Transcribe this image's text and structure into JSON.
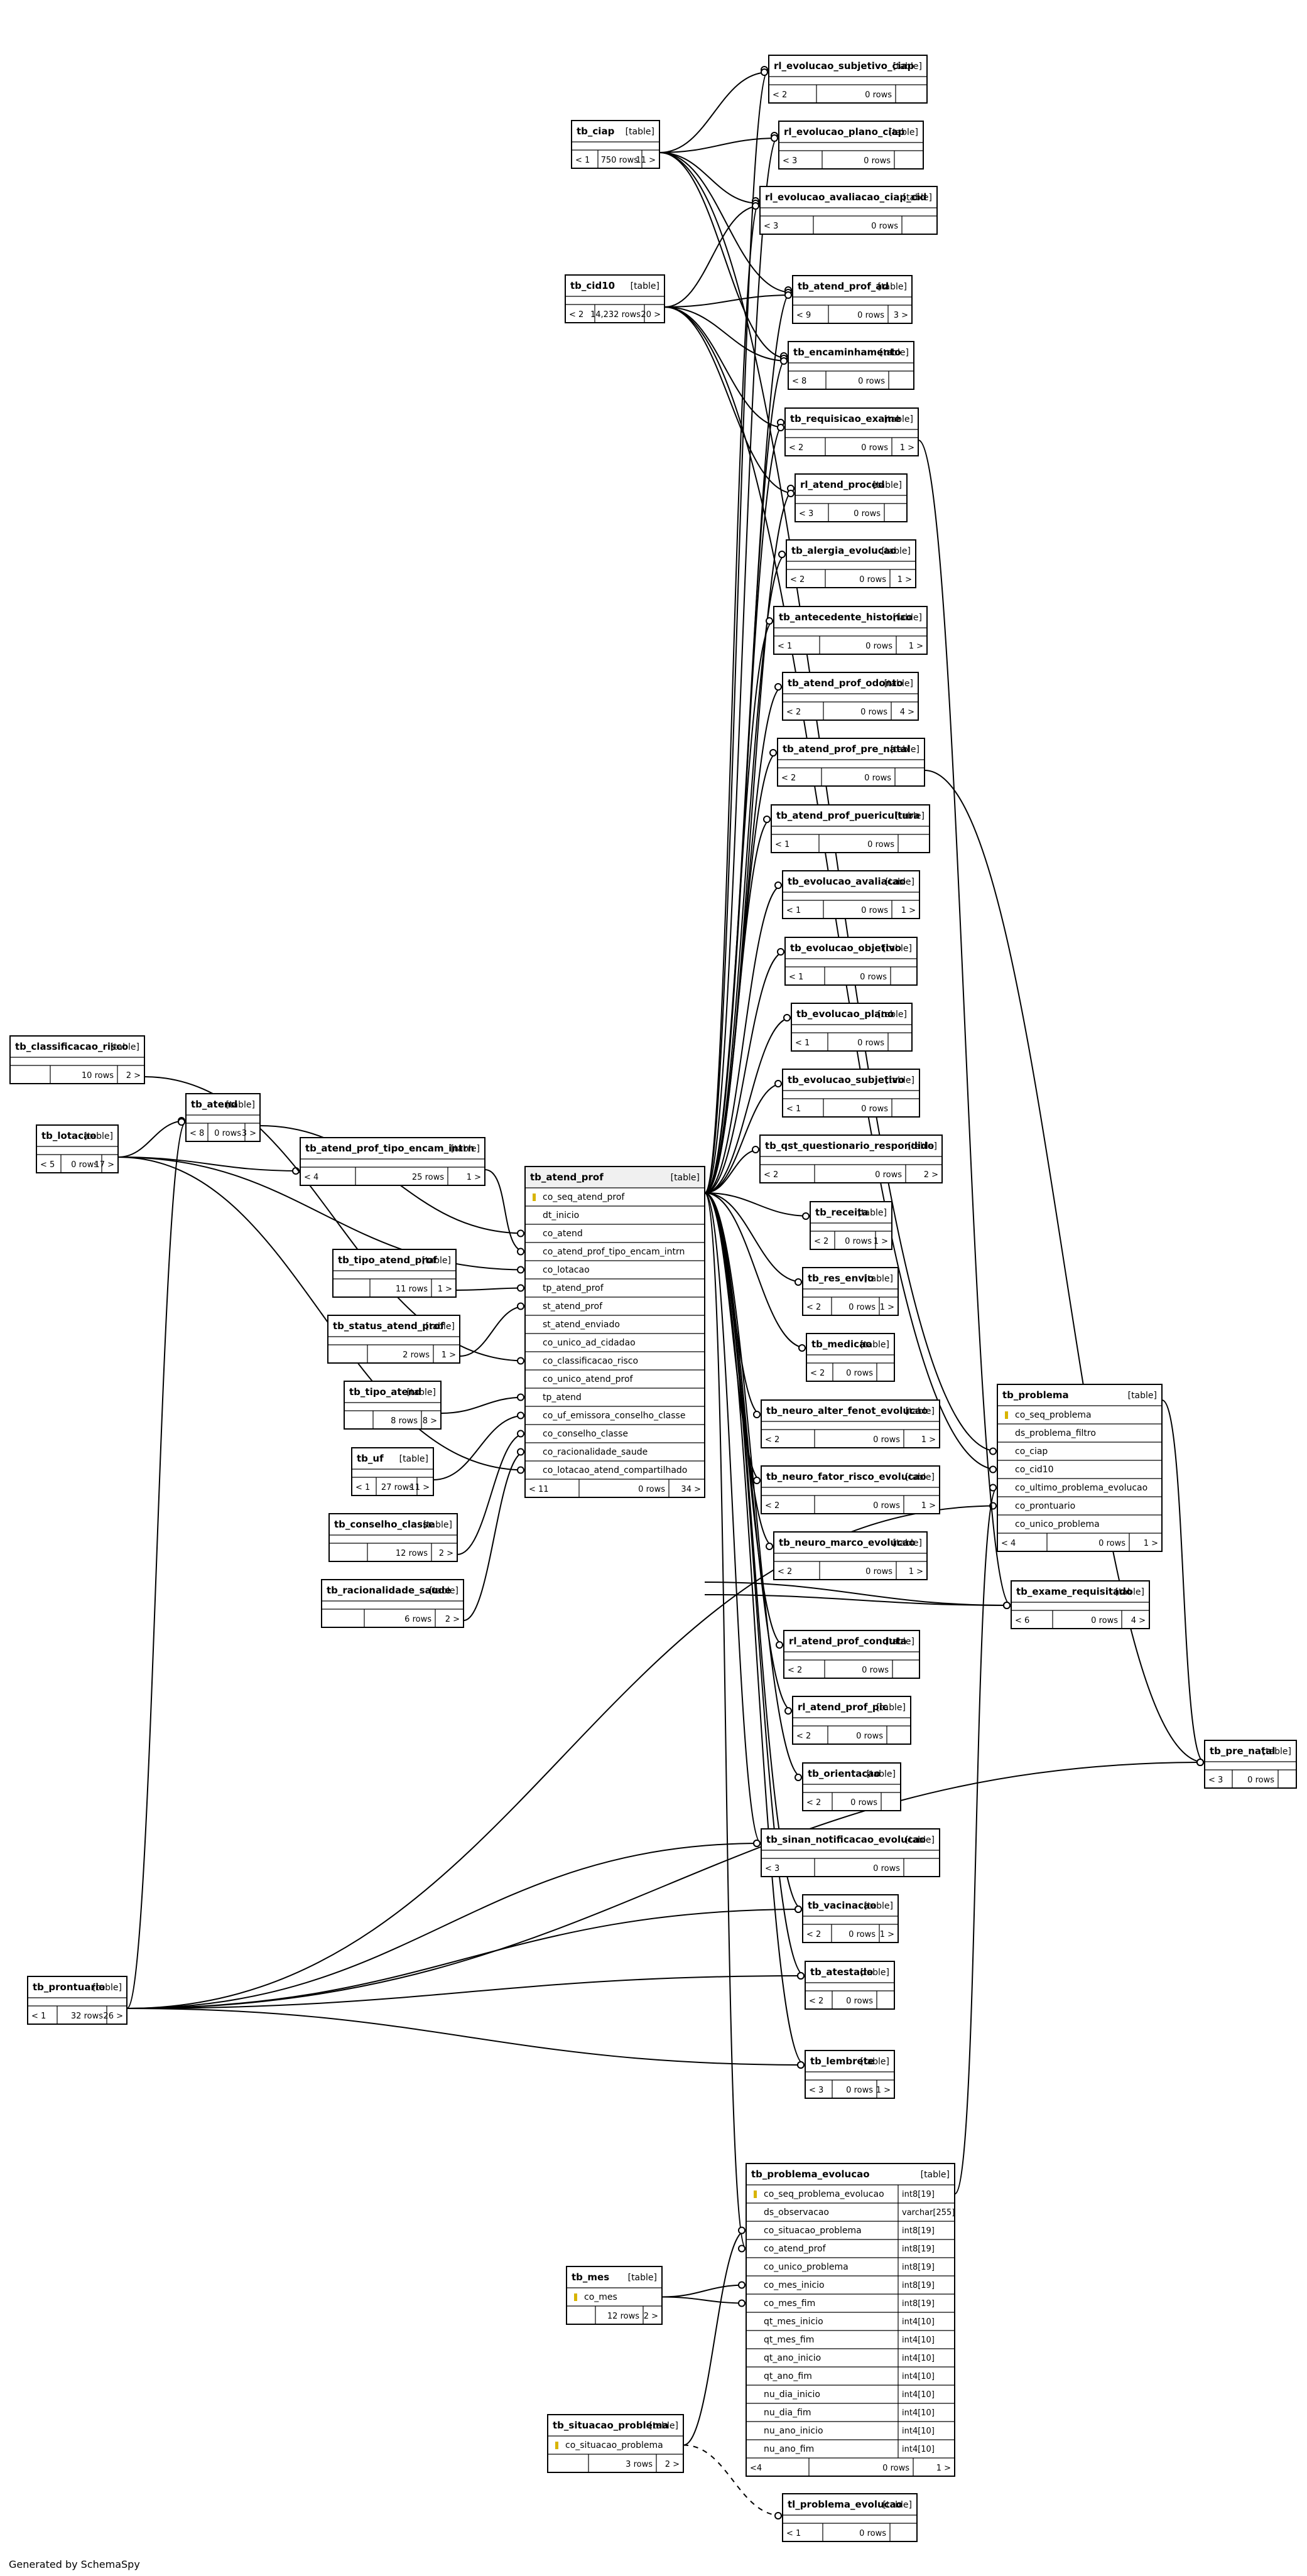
{
  "credit": "Generated by SchemaSpy",
  "kind_label": "[table]",
  "tables": {
    "rl_evolucao_subjetivo_ciap": {
      "name": "rl_evolucao_subjetivo_ciap",
      "columns": [],
      "footer": {
        "parents": "< 2",
        "rows": "0 rows",
        "children": ""
      }
    },
    "tb_ciap": {
      "name": "tb_ciap",
      "columns": [],
      "footer": {
        "parents": "< 1",
        "rows": "750 rows",
        "children": "11 >"
      }
    },
    "rl_evolucao_plano_ciap": {
      "name": "rl_evolucao_plano_ciap",
      "columns": [],
      "footer": {
        "parents": "< 3",
        "rows": "0 rows",
        "children": ""
      }
    },
    "rl_evolucao_avaliacao_ciap_cid": {
      "name": "rl_evolucao_avaliacao_ciap_cid",
      "columns": [],
      "footer": {
        "parents": "< 3",
        "rows": "0 rows",
        "children": ""
      }
    },
    "tb_cid10": {
      "name": "tb_cid10",
      "columns": [],
      "footer": {
        "parents": "< 2",
        "rows": "14,232 rows",
        "children": "20 >"
      }
    },
    "tb_atend_prof_ad": {
      "name": "tb_atend_prof_ad",
      "columns": [],
      "footer": {
        "parents": "< 9",
        "rows": "0 rows",
        "children": "3 >"
      }
    },
    "tb_encaminhamento": {
      "name": "tb_encaminhamento",
      "columns": [],
      "footer": {
        "parents": "< 8",
        "rows": "0 rows",
        "children": ""
      }
    },
    "tb_requisicao_exame": {
      "name": "tb_requisicao_exame",
      "columns": [],
      "footer": {
        "parents": "< 2",
        "rows": "0 rows",
        "children": "1 >"
      }
    },
    "rl_atend_proced": {
      "name": "rl_atend_proced",
      "columns": [],
      "footer": {
        "parents": "< 3",
        "rows": "0 rows",
        "children": ""
      }
    },
    "tb_alergia_evolucao": {
      "name": "tb_alergia_evolucao",
      "columns": [],
      "footer": {
        "parents": "< 2",
        "rows": "0 rows",
        "children": "1 >"
      }
    },
    "tb_antecedente_historico": {
      "name": "tb_antecedente_historico",
      "columns": [],
      "footer": {
        "parents": "< 1",
        "rows": "0 rows",
        "children": "1 >"
      }
    },
    "tb_atend_prof_odonto": {
      "name": "tb_atend_prof_odonto",
      "columns": [],
      "footer": {
        "parents": "< 2",
        "rows": "0 rows",
        "children": "4 >"
      }
    },
    "tb_atend_prof_pre_natal": {
      "name": "tb_atend_prof_pre_natal",
      "columns": [],
      "footer": {
        "parents": "< 2",
        "rows": "0 rows",
        "children": ""
      }
    },
    "tb_atend_prof_puericultura": {
      "name": "tb_atend_prof_puericultura",
      "columns": [],
      "footer": {
        "parents": "< 1",
        "rows": "0 rows",
        "children": ""
      }
    },
    "tb_evolucao_avaliacao": {
      "name": "tb_evolucao_avaliacao",
      "columns": [],
      "footer": {
        "parents": "< 1",
        "rows": "0 rows",
        "children": "1 >"
      }
    },
    "tb_evolucao_objetivo": {
      "name": "tb_evolucao_objetivo",
      "columns": [],
      "footer": {
        "parents": "< 1",
        "rows": "0 rows",
        "children": ""
      }
    },
    "tb_evolucao_plano": {
      "name": "tb_evolucao_plano",
      "columns": [],
      "footer": {
        "parents": "< 1",
        "rows": "0 rows",
        "children": ""
      }
    },
    "tb_evolucao_subjetivo": {
      "name": "tb_evolucao_subjetivo",
      "columns": [],
      "footer": {
        "parents": "< 1",
        "rows": "0 rows",
        "children": ""
      }
    },
    "tb_qst_questionario_respondido": {
      "name": "tb_qst_questionario_respondido",
      "columns": [],
      "footer": {
        "parents": "< 2",
        "rows": "0 rows",
        "children": "2 >"
      }
    },
    "tb_receita": {
      "name": "tb_receita",
      "columns": [],
      "footer": {
        "parents": "< 2",
        "rows": "0 rows",
        "children": "1 >"
      }
    },
    "tb_res_envio": {
      "name": "tb_res_envio",
      "columns": [],
      "footer": {
        "parents": "< 2",
        "rows": "0 rows",
        "children": "1 >"
      }
    },
    "tb_medicao": {
      "name": "tb_medicao",
      "columns": [],
      "footer": {
        "parents": "< 2",
        "rows": "0 rows",
        "children": ""
      }
    },
    "tb_neuro_alter_fenot_evolucao": {
      "name": "tb_neuro_alter_fenot_evolucao",
      "columns": [],
      "footer": {
        "parents": "< 2",
        "rows": "0 rows",
        "children": "1 >"
      }
    },
    "tb_neuro_fator_risco_evolucao": {
      "name": "tb_neuro_fator_risco_evolucao",
      "columns": [],
      "footer": {
        "parents": "< 2",
        "rows": "0 rows",
        "children": "1 >"
      }
    },
    "tb_neuro_marco_evolucao": {
      "name": "tb_neuro_marco_evolucao",
      "columns": [],
      "footer": {
        "parents": "< 2",
        "rows": "0 rows",
        "children": "1 >"
      }
    },
    "rl_atend_prof_conduta": {
      "name": "rl_atend_prof_conduta",
      "columns": [],
      "footer": {
        "parents": "< 2",
        "rows": "0 rows",
        "children": ""
      }
    },
    "rl_atend_prof_pic": {
      "name": "rl_atend_prof_pic",
      "columns": [],
      "footer": {
        "parents": "< 2",
        "rows": "0 rows",
        "children": ""
      }
    },
    "tb_orientacao": {
      "name": "tb_orientacao",
      "columns": [],
      "footer": {
        "parents": "< 2",
        "rows": "0 rows",
        "children": ""
      }
    },
    "tb_sinan_notificacao_evolucao": {
      "name": "tb_sinan_notificacao_evolucao",
      "columns": [],
      "footer": {
        "parents": "< 3",
        "rows": "0 rows",
        "children": ""
      }
    },
    "tb_vacinacao": {
      "name": "tb_vacinacao",
      "columns": [],
      "footer": {
        "parents": "< 2",
        "rows": "0 rows",
        "children": "1 >"
      }
    },
    "tb_atestado": {
      "name": "tb_atestado",
      "columns": [],
      "footer": {
        "parents": "< 2",
        "rows": "0 rows",
        "children": ""
      }
    },
    "tb_lembrete": {
      "name": "tb_lembrete",
      "columns": [],
      "footer": {
        "parents": "< 3",
        "rows": "0 rows",
        "children": "1 >"
      }
    },
    "tb_classificacao_risco": {
      "name": "tb_classificacao_risco",
      "columns": [],
      "footer": {
        "parents": "",
        "rows": "10 rows",
        "children": "2 >"
      }
    },
    "tb_lotacao": {
      "name": "tb_lotacao",
      "columns": [],
      "footer": {
        "parents": "< 5",
        "rows": "0 rows",
        "children": "17 >"
      }
    },
    "tb_atend": {
      "name": "tb_atend",
      "columns": [],
      "footer": {
        "parents": "< 8",
        "rows": "0 rows",
        "children": "3 >"
      }
    },
    "tb_atend_prof_tipo_encam_intrn": {
      "name": "tb_atend_prof_tipo_encam_intrn",
      "columns": [],
      "footer": {
        "parents": "< 4",
        "rows": "25 rows",
        "children": "1 >"
      }
    },
    "tb_tipo_atend_prof": {
      "name": "tb_tipo_atend_prof",
      "columns": [],
      "footer": {
        "parents": "",
        "rows": "11 rows",
        "children": "1 >"
      }
    },
    "tb_status_atend_prof": {
      "name": "tb_status_atend_prof",
      "columns": [],
      "footer": {
        "parents": "",
        "rows": "2 rows",
        "children": "1 >"
      }
    },
    "tb_tipo_atend": {
      "name": "tb_tipo_atend",
      "columns": [],
      "footer": {
        "parents": "",
        "rows": "8 rows",
        "children": "8 >"
      }
    },
    "tb_uf": {
      "name": "tb_uf",
      "columns": [],
      "footer": {
        "parents": "< 1",
        "rows": "27 rows",
        "children": "11 >"
      }
    },
    "tb_conselho_classe": {
      "name": "tb_conselho_classe",
      "columns": [],
      "footer": {
        "parents": "",
        "rows": "12 rows",
        "children": "2 >"
      }
    },
    "tb_racionalidade_saude": {
      "name": "tb_racionalidade_saude",
      "columns": [],
      "footer": {
        "parents": "",
        "rows": "6 rows",
        "children": "2 >"
      }
    },
    "tb_atend_prof": {
      "name": "tb_atend_prof",
      "columns": [
        {
          "name": "co_seq_atend_prof",
          "type": "",
          "key": true
        },
        {
          "name": "dt_inicio",
          "type": ""
        },
        {
          "name": "co_atend",
          "type": ""
        },
        {
          "name": "co_atend_prof_tipo_encam_intrn",
          "type": ""
        },
        {
          "name": "co_lotacao",
          "type": ""
        },
        {
          "name": "tp_atend_prof",
          "type": ""
        },
        {
          "name": "st_atend_prof",
          "type": ""
        },
        {
          "name": "st_atend_enviado",
          "type": ""
        },
        {
          "name": "co_unico_ad_cidadao",
          "type": ""
        },
        {
          "name": "co_classificacao_risco",
          "type": ""
        },
        {
          "name": "co_unico_atend_prof",
          "type": ""
        },
        {
          "name": "tp_atend",
          "type": ""
        },
        {
          "name": "co_uf_emissora_conselho_classe",
          "type": ""
        },
        {
          "name": "co_conselho_classe",
          "type": ""
        },
        {
          "name": "co_racionalidade_saude",
          "type": ""
        },
        {
          "name": "co_lotacao_atend_compartilhado",
          "type": ""
        }
      ],
      "footer": {
        "parents": "< 11",
        "rows": "0 rows",
        "children": "34 >"
      }
    },
    "tb_problema": {
      "name": "tb_problema",
      "columns": [
        {
          "name": "co_seq_problema",
          "type": "",
          "key": true
        },
        {
          "name": "ds_problema_filtro",
          "type": ""
        },
        {
          "name": "co_ciap",
          "type": ""
        },
        {
          "name": "co_cid10",
          "type": ""
        },
        {
          "name": "co_ultimo_problema_evolucao",
          "type": ""
        },
        {
          "name": "co_prontuario",
          "type": ""
        },
        {
          "name": "co_unico_problema",
          "type": ""
        }
      ],
      "footer": {
        "parents": "< 4",
        "rows": "0 rows",
        "children": "1 >"
      }
    },
    "tb_exame_requisitado": {
      "name": "tb_exame_requisitado",
      "columns": [],
      "footer": {
        "parents": "< 6",
        "rows": "0 rows",
        "children": "4 >"
      }
    },
    "tb_pre_natal": {
      "name": "tb_pre_natal",
      "columns": [],
      "footer": {
        "parents": "< 3",
        "rows": "0 rows",
        "children": ""
      }
    },
    "tb_prontuario": {
      "name": "tb_prontuario",
      "columns": [],
      "footer": {
        "parents": "< 1",
        "rows": "32 rows",
        "children": "26 >"
      }
    },
    "tb_problema_evolucao": {
      "name": "tb_problema_evolucao",
      "columns": [
        {
          "name": "co_seq_problema_evolucao",
          "type": "int8[19]",
          "key": true
        },
        {
          "name": "ds_observacao",
          "type": "varchar[255]"
        },
        {
          "name": "co_situacao_problema",
          "type": "int8[19]"
        },
        {
          "name": "co_atend_prof",
          "type": "int8[19]"
        },
        {
          "name": "co_unico_problema",
          "type": "int8[19]"
        },
        {
          "name": "co_mes_inicio",
          "type": "int8[19]"
        },
        {
          "name": "co_mes_fim",
          "type": "int8[19]"
        },
        {
          "name": "qt_mes_inicio",
          "type": "int4[10]"
        },
        {
          "name": "qt_mes_fim",
          "type": "int4[10]"
        },
        {
          "name": "qt_ano_inicio",
          "type": "int4[10]"
        },
        {
          "name": "qt_ano_fim",
          "type": "int4[10]"
        },
        {
          "name": "nu_dia_inicio",
          "type": "int4[10]"
        },
        {
          "name": "nu_dia_fim",
          "type": "int4[10]"
        },
        {
          "name": "nu_ano_inicio",
          "type": "int4[10]"
        },
        {
          "name": "nu_ano_fim",
          "type": "int4[10]"
        }
      ],
      "footer": {
        "parents": "<4",
        "rows": "0 rows",
        "children": "1 >"
      }
    },
    "tb_mes": {
      "name": "tb_mes",
      "columns": [
        {
          "name": "co_mes",
          "type": "",
          "key": true
        }
      ],
      "footer": {
        "parents": "",
        "rows": "12 rows",
        "children": "2 >"
      }
    },
    "tb_situacao_problema": {
      "name": "tb_situacao_problema",
      "columns": [
        {
          "name": "co_situacao_problema",
          "type": "",
          "key": true
        }
      ],
      "footer": {
        "parents": "",
        "rows": "3 rows",
        "children": "2 >"
      }
    },
    "tl_problema_evolucao": {
      "name": "tl_problema_evolucao",
      "columns": [],
      "footer": {
        "parents": "< 1",
        "rows": "0 rows",
        "children": ""
      }
    }
  }
}
